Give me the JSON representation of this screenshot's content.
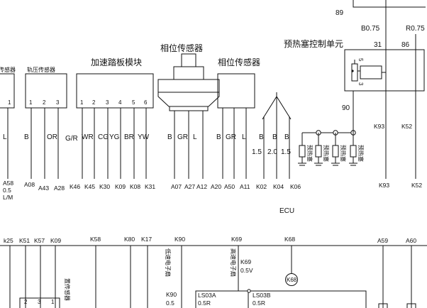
{
  "top_labels": {
    "sensor_left_cut": "传感器",
    "rail_pressure": "轨压传感器",
    "accel_pedal_module": "加速踏板模块",
    "phase_sensor_a": "相位传感器",
    "phase_sensor_b": "相位传感器",
    "glow_plug_unit": "预热塞控制单元",
    "num_89": "89",
    "b075": "B0.75",
    "r075": "R0.75",
    "num_31": "31",
    "num_86": "86",
    "num_90": "90",
    "relay_pin_5": "5",
    "relay_pin_3": "3",
    "k93_mid": "K93",
    "k52_mid": "K52"
  },
  "pin_numbers": {
    "left_1": "1",
    "rail_1": "1",
    "rail_2": "2",
    "rail_3": "3",
    "acc_1": "1",
    "acc_2": "2",
    "acc_3": "3",
    "acc_4": "4",
    "acc_5": "5",
    "acc_6": "6"
  },
  "wire_colors": [
    {
      "id": "w1",
      "text": "L"
    },
    {
      "id": "w2",
      "text": "B"
    },
    {
      "id": "w3",
      "text": "OR"
    },
    {
      "id": "w4",
      "text": "G/R"
    },
    {
      "id": "w5",
      "text": "WR"
    },
    {
      "id": "w6",
      "text": "CG"
    },
    {
      "id": "w7",
      "text": "YG"
    },
    {
      "id": "w8",
      "text": "BR"
    },
    {
      "id": "w9",
      "text": "YW"
    },
    {
      "id": "w10",
      "text": "B"
    },
    {
      "id": "w11",
      "text": "GR"
    },
    {
      "id": "w12",
      "text": "L"
    },
    {
      "id": "w13",
      "text": "B"
    },
    {
      "id": "w14",
      "text": "GR"
    },
    {
      "id": "w15",
      "text": "L"
    },
    {
      "id": "w16",
      "text": "B"
    },
    {
      "id": "w17",
      "text": "B"
    },
    {
      "id": "w18",
      "text": "B"
    },
    {
      "id": "w19",
      "text": "1.5"
    },
    {
      "id": "w20",
      "text": "2.0"
    },
    {
      "id": "w21",
      "text": "1.5"
    }
  ],
  "glow_plugs": [
    "预热塞",
    "预热塞",
    "预热塞",
    "预热塞"
  ],
  "ecu_pins": [
    "A58",
    "0.5",
    "L/M",
    "A08",
    "A43",
    "A28",
    "K46",
    "K45",
    "K30",
    "K09",
    "K08",
    "K31",
    "A07",
    "A27",
    "A12",
    "A20",
    "A50",
    "A11",
    "K02",
    "K04",
    "K06",
    "K93",
    "K52"
  ],
  "ecu_label": "ECU",
  "bottom_pins": [
    "k25",
    "K51",
    "K57",
    "K09",
    "K58",
    "K80",
    "K17",
    "K90",
    "K69",
    "K68",
    "A59",
    "A60"
  ],
  "bottom_labels": {
    "sensor_cut": "置传感器",
    "pin_2": "2",
    "pin_3": "3",
    "pin_1": "1",
    "fan_low": "低速电子扇",
    "fan_high": "高速电子扇",
    "k69_value": "K69",
    "k69_size": "0.5V",
    "k68_circle": "K68",
    "k90_value": "K90",
    "k90_size": "0.5",
    "ls03a": "LS03A",
    "ls03a_size": "0.5R",
    "ls03b": "LS03B",
    "ls03b_size": "0.5R"
  }
}
